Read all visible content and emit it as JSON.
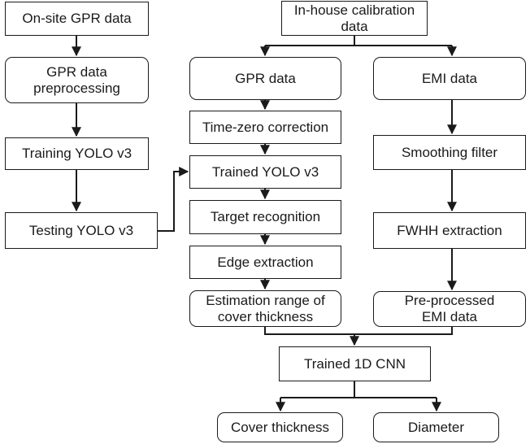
{
  "nodes": {
    "onsite_gpr_data": "On-site GPR data",
    "gpr_preprocessing": "GPR data\npreprocessing",
    "training_yolo": "Training YOLO v3",
    "testing_yolo": "Testing YOLO v3",
    "inhouse_calibration": "In-house calibration\ndata",
    "gpr_data": "GPR data",
    "time_zero": "Time-zero correction",
    "trained_yolo": "Trained YOLO v3",
    "target_recognition": "Target recognition",
    "edge_extraction": "Edge extraction",
    "estimation_range": "Estimation range of\ncover thickness",
    "emi_data": "EMI data",
    "smoothing_filter": "Smoothing filter",
    "fwhh_extraction": "FWHH extraction",
    "preprocessed_emi": "Pre-processed\nEMI data",
    "trained_cnn": "Trained 1D CNN",
    "cover_thickness": "Cover thickness",
    "diameter": "Diameter"
  }
}
